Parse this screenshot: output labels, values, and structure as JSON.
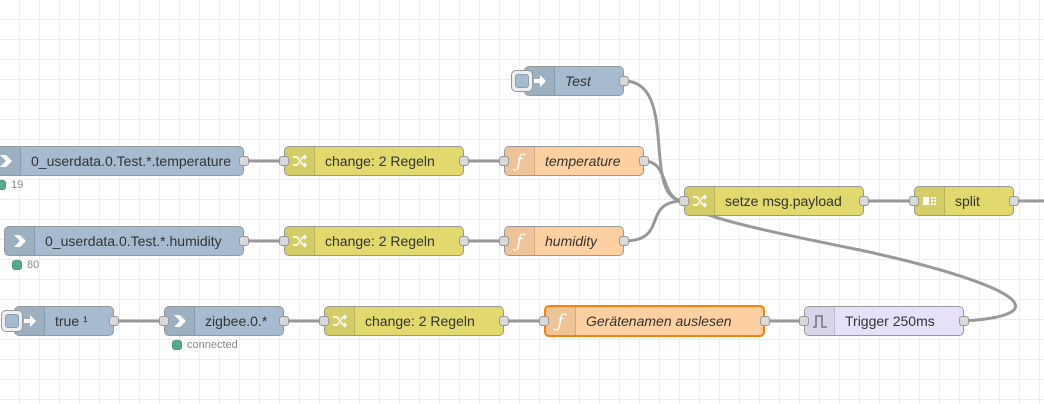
{
  "colors": {
    "inject": "#a6bbcf",
    "mqtt": "#a6bbcf",
    "change": "#e2d96e",
    "function": "#fdd0a2",
    "trigger": "#e6e0f8",
    "split": "#e2d96e",
    "wire": "#999999",
    "selected_border": "#ff7f0e",
    "status_green": "#5a8"
  },
  "nodes": {
    "inject_test": {
      "label": "Test",
      "icon": "arrow-in-icon"
    },
    "mqtt_temperature": {
      "label": "0_userdata.0.Test.*.temperature",
      "icon": "mqtt-in-icon",
      "status": "19"
    },
    "change_temperature": {
      "label": "change: 2 Regeln",
      "icon": "shuffle-icon"
    },
    "function_temperature": {
      "label": "temperature",
      "icon": "function-icon"
    },
    "mqtt_humidity": {
      "label": "0_userdata.0.Test.*.humidity",
      "icon": "mqtt-in-icon",
      "status": "80"
    },
    "change_humidity": {
      "label": "change: 2 Regeln",
      "icon": "shuffle-icon"
    },
    "function_humidity": {
      "label": "humidity",
      "icon": "function-icon"
    },
    "change_payload": {
      "label": "setze msg.payload",
      "icon": "shuffle-icon"
    },
    "split": {
      "label": "split",
      "icon": "split-icon"
    },
    "inject_true": {
      "label": "true ¹",
      "icon": "arrow-in-icon"
    },
    "zigbee": {
      "label": "zigbee.0.*",
      "icon": "mqtt-in-icon",
      "status": "connected"
    },
    "change_zigbee": {
      "label": "change: 2 Regeln",
      "icon": "shuffle-icon"
    },
    "function_names": {
      "label": "Gerätenamen auslesen",
      "icon": "function-icon"
    },
    "trigger": {
      "label": "Trigger 250ms",
      "icon": "trigger-icon"
    }
  }
}
